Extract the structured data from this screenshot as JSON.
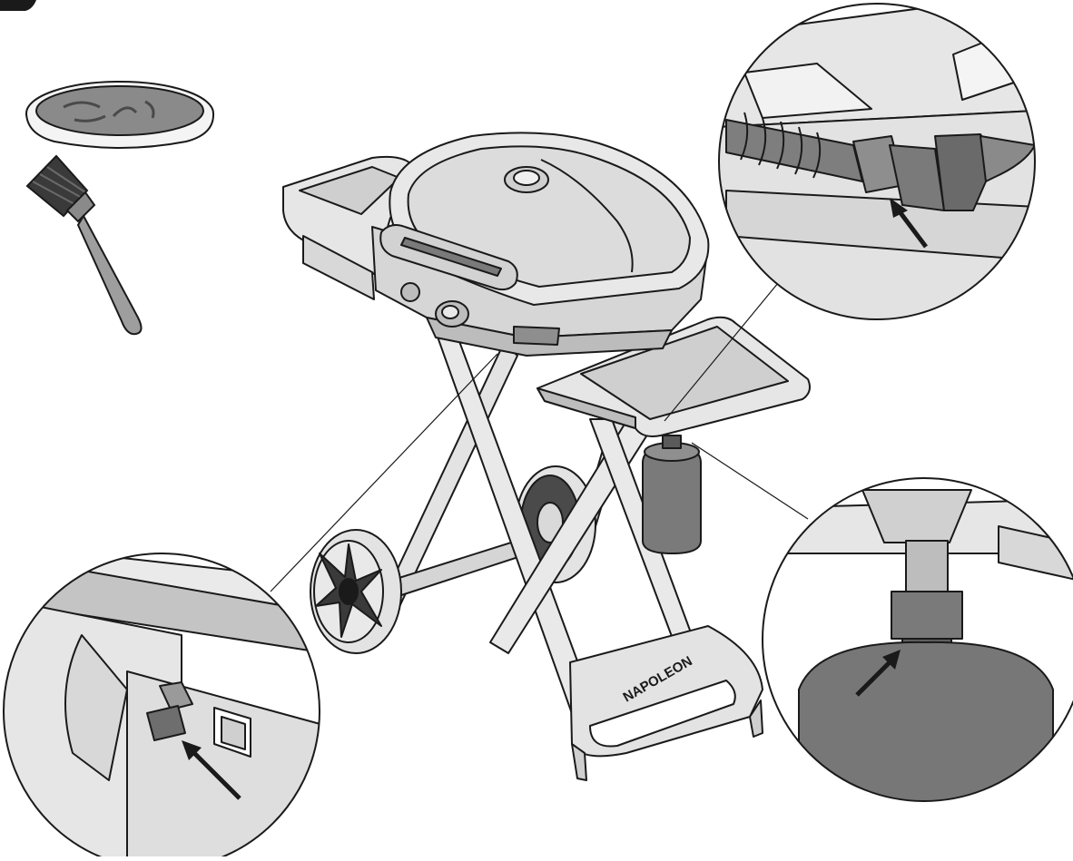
{
  "illustration": {
    "brand_mark": "NAPOLEON",
    "callouts": [
      {
        "id": "hose-to-regulator",
        "arrow": true
      },
      {
        "id": "tank-to-regulator",
        "arrow": true
      },
      {
        "id": "valve-fitting",
        "arrow": true
      }
    ],
    "accessories": [
      "soap-solution-dish-icon",
      "basting-brush-icon"
    ]
  },
  "colors": {
    "line": "#1a1a1a",
    "body_fill": "#e3e3e3",
    "shade_fill": "#9a9a9a",
    "dark_fill": "#6e6e6e",
    "tank_fill": "#7a7a7a"
  }
}
